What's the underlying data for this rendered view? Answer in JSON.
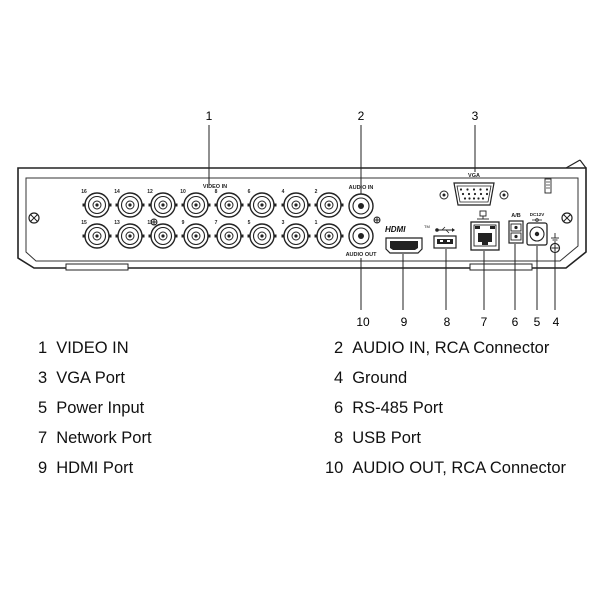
{
  "callouts": [
    "1",
    "2",
    "3",
    "10",
    "9",
    "8",
    "7",
    "6",
    "5",
    "4"
  ],
  "panel_labels": {
    "video_in": "VIDEO IN",
    "audio_in": "AUDIO IN",
    "audio_out": "AUDIO OUT",
    "vga": "VGA",
    "hdmi": "HDMI",
    "rs485": "A/B",
    "power": "DC12V"
  },
  "bnc_top": [
    "16",
    "14",
    "12",
    "10",
    "8",
    "6",
    "4",
    "2"
  ],
  "bnc_bottom": [
    "15",
    "13",
    "11",
    "9",
    "7",
    "5",
    "3",
    "1"
  ],
  "legend": [
    {
      "num": "1",
      "label": "VIDEO IN"
    },
    {
      "num": "2",
      "label": "AUDIO IN, RCA Connector"
    },
    {
      "num": "3",
      "label": "VGA Port"
    },
    {
      "num": "4",
      "label": "Ground"
    },
    {
      "num": "5",
      "label": "Power Input"
    },
    {
      "num": "6",
      "label": "RS-485 Port"
    },
    {
      "num": "7",
      "label": "Network Port"
    },
    {
      "num": "8",
      "label": "USB Port"
    },
    {
      "num": "9",
      "label": "HDMI Port"
    },
    {
      "num": "10",
      "label": "AUDIO OUT, RCA Connector"
    }
  ]
}
